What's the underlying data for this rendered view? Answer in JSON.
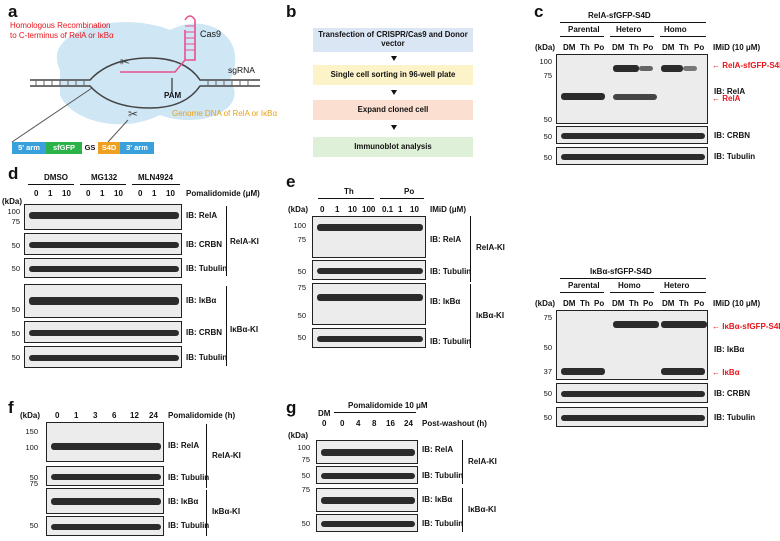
{
  "panels": {
    "a": "a",
    "b": "b",
    "c": "c",
    "d": "d",
    "e": "e",
    "f": "f",
    "g": "g"
  },
  "a": {
    "title_line1": "Homologous Recombination",
    "title_line2": "to C-terminus of RelA or IκBα",
    "cas9": "Cas9",
    "sgrna": "sgRNA",
    "pam": "PAM",
    "genome": "Genome DNA of RelA or IκBα",
    "donor": [
      "5' arm",
      "sfGFP",
      "GS",
      "S4D",
      "3' arm"
    ]
  },
  "b": {
    "steps": [
      "Transfection of CRISPR/Cas9 and Donor vector",
      "Single cell sorting in 96-well plate",
      "Expand cloned cell",
      "Immunoblot analysis"
    ]
  },
  "c": {
    "top_title": "RelA-sfGFP-S4D",
    "top_groups": [
      "Parental",
      "Hetero",
      "Homo"
    ],
    "lanes": [
      "DM",
      "Th",
      "Po",
      "DM",
      "Th",
      "Po",
      "DM",
      "Th",
      "Po"
    ],
    "imid": "IMiD (10 μM)",
    "kda": "(kDa)",
    "top_markers": [
      "100",
      "75",
      "50",
      "50"
    ],
    "top_labels": [
      "IB: RelA",
      "IB: CRBN",
      "IB: Tubulin"
    ],
    "top_arrows": [
      "RelA-sfGFP-S4D",
      "RelA"
    ],
    "bot_title": "IκBα-sfGFP-S4D",
    "bot_groups": [
      "Parental",
      "Homo",
      "Hetero"
    ],
    "bot_markers": [
      "75",
      "50",
      "37",
      "50",
      "50"
    ],
    "bot_labels": [
      "IB: IκBα",
      "IB: CRBN",
      "IB: Tubulin"
    ],
    "bot_arrows": [
      "IκBα-sfGFP-S4D",
      "IκBα"
    ]
  },
  "d": {
    "groups": [
      "DMSO",
      "MG132",
      "MLN4924"
    ],
    "doses": [
      "0",
      "1",
      "10",
      "0",
      "1",
      "10",
      "0",
      "1",
      "10"
    ],
    "treatment": "Pomalidomide (μM)",
    "kda": "(kDa)",
    "markers": [
      "100",
      "75",
      "50",
      "50",
      "50",
      "50"
    ],
    "labels": [
      "IB: RelA",
      "IB: CRBN",
      "IB: Tubulin",
      "IB: IκBα",
      "IB: CRBN",
      "IB: Tubulin"
    ],
    "lines": [
      "RelA-KI",
      "IκBα-KI"
    ]
  },
  "e": {
    "groups": [
      "Th",
      "Po"
    ],
    "doses": [
      "0",
      "1",
      "10",
      "100",
      "0.1",
      "1",
      "10"
    ],
    "treatment": "IMiD (μM)",
    "kda": "(kDa)",
    "markers": [
      "100",
      "75",
      "50",
      "75",
      "50",
      "50"
    ],
    "labels": [
      "IB: RelA",
      "IB: Tubulin",
      "IB: IκBα",
      "IB: Tubulin"
    ],
    "lines": [
      "RelA-KI",
      "IκBα-KI"
    ]
  },
  "f": {
    "times": [
      "0",
      "1",
      "3",
      "6",
      "12",
      "24"
    ],
    "treatment": "Pomalidomide (h)",
    "kda": "(kDa)",
    "markers": [
      "150",
      "100",
      "50",
      "75",
      "50"
    ],
    "labels": [
      "IB: RelA",
      "IB: Tubulin",
      "IB: IκBα",
      "IB: Tubulin"
    ],
    "lines": [
      "RelA-KI",
      "IκBα-KI"
    ]
  },
  "g": {
    "dm": "DM",
    "treatment": "Pomalidomide 10 μM",
    "times": [
      "0",
      "0",
      "4",
      "8",
      "16",
      "24"
    ],
    "washout": "Post-washout (h)",
    "kda": "(kDa)",
    "markers": [
      "100",
      "75",
      "50",
      "75",
      "50"
    ],
    "labels": [
      "IB: RelA",
      "IB: Tubulin",
      "IB: IκBα",
      "IB: Tubulin"
    ],
    "lines": [
      "RelA-KI",
      "IκBα-KI"
    ]
  },
  "colors": {
    "red": "#e8141b",
    "orange": "#e8a21a",
    "arm": "#3aa0dc",
    "sfgfp": "#2bb34a",
    "s4d": "#f0a020",
    "blue_box": "#dbe6f5",
    "yellow_box": "#fdf3c8",
    "pink_box": "#fbe0d2",
    "green_box": "#dff0d8",
    "cas9": "#cfe6f5",
    "sgrna": "#e8508e"
  }
}
